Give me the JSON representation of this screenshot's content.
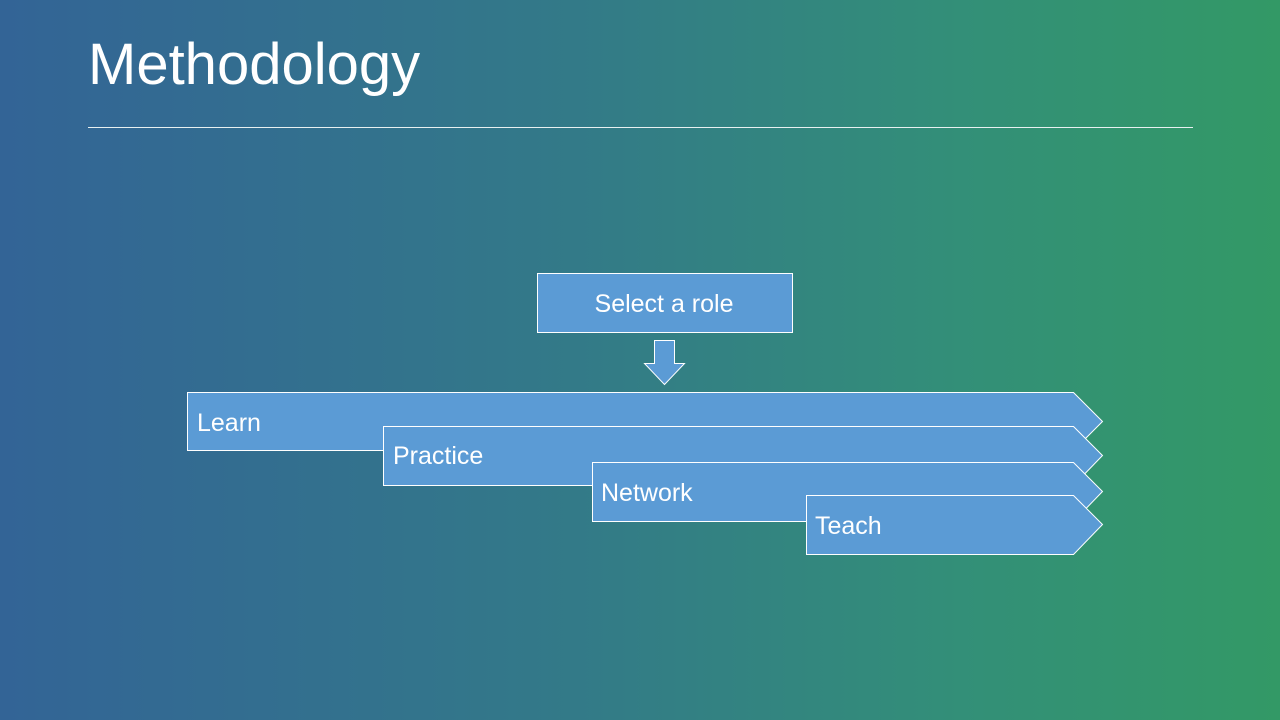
{
  "slide": {
    "title": "Methodology"
  },
  "diagram": {
    "start_box": {
      "label": "Select a role"
    },
    "stages": [
      {
        "label": "Learn"
      },
      {
        "label": "Practice"
      },
      {
        "label": "Network"
      },
      {
        "label": "Teach"
      }
    ]
  },
  "colors": {
    "shape_fill": "#5b9bd5",
    "shape_stroke": "#ffffff",
    "background_start": "#336496",
    "background_end": "#339966"
  }
}
